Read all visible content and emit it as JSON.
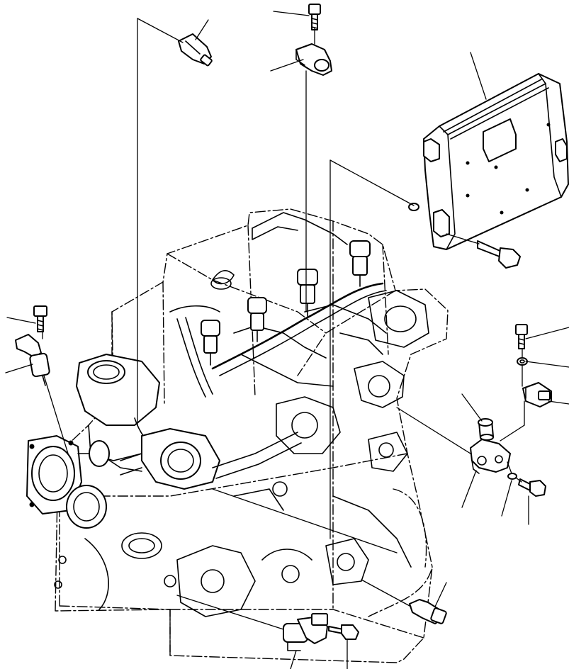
{
  "diagram": {
    "parts": [
      {
        "name": "sensor-top-left"
      },
      {
        "name": "bolt-top-center"
      },
      {
        "name": "sensor-bracket-top"
      },
      {
        "name": "engine-controller"
      },
      {
        "name": "controller-bolt"
      },
      {
        "name": "bolt-left"
      },
      {
        "name": "cam-sensor-left"
      },
      {
        "name": "bolt-right"
      },
      {
        "name": "washer-right"
      },
      {
        "name": "speed-sensor-right"
      },
      {
        "name": "spacer"
      },
      {
        "name": "bracket-right"
      },
      {
        "name": "washer-lower-right"
      },
      {
        "name": "bolt-lower-right"
      },
      {
        "name": "sensor-bottom-right"
      },
      {
        "name": "sensor-bottom-center"
      },
      {
        "name": "bolt-bottom"
      }
    ]
  }
}
